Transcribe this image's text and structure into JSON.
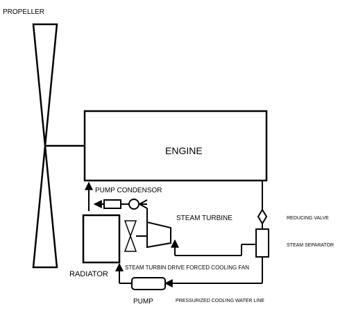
{
  "labels": {
    "propeller": "PROPELLER",
    "engine": "ENGINE",
    "pump_condensor": "PUMP CONDENSOR",
    "steam_turbine": "STEAM TURBINE",
    "reducing_valve": "REDUCING VALVE",
    "steam_separator": "STEAM SEPARATOR",
    "radiator": "RADIATOR",
    "fan": "STEAM TURBIN DRIVE FORCED COOLING FAN",
    "pump": "PUMP",
    "water_line": "PRESSURIZED COOLING WATER LINE"
  },
  "colors": {
    "line": "#000000",
    "background": "#ffffff"
  }
}
